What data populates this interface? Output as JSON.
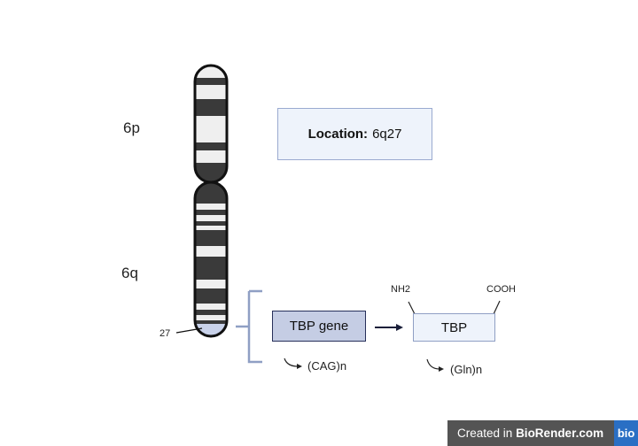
{
  "chromosome": {
    "p_arm_label": "6p",
    "q_arm_label": "6q",
    "band_label": "27"
  },
  "location": {
    "label": "Location:",
    "value": "6q27"
  },
  "gene": {
    "label": "TBP gene",
    "repeat": "(CAG)n"
  },
  "protein": {
    "label": "TBP",
    "n_terminus": "NH2",
    "c_terminus": "COOH",
    "repeat": "(Gln)n"
  },
  "branding": {
    "prefix": "Created in",
    "name": "BioRender.com",
    "logo": "bio"
  },
  "colors": {
    "dark_band": "#3a3a3a",
    "light_band": "#efefef",
    "gene_box_fill": "#c5cde4",
    "protein_box_fill": "#eef3fb",
    "bracket": "#8f9fc4",
    "brand_accent": "#2a6fc4"
  }
}
